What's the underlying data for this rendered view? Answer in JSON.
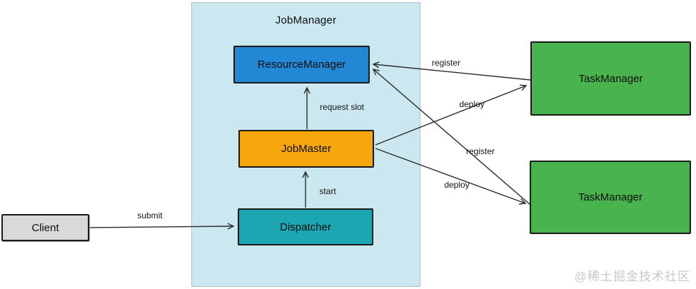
{
  "diagram": {
    "container": {
      "title": "JobManager"
    },
    "nodes": {
      "client": {
        "label": "Client",
        "color": "#d7d9db"
      },
      "resource_manager": {
        "label": "ResourceManager",
        "color": "#2287d5"
      },
      "job_master": {
        "label": "JobMaster",
        "color": "#f7a70b"
      },
      "dispatcher": {
        "label": "Dispatcher",
        "color": "#1ba6b2"
      },
      "task_manager_1": {
        "label": "TaskManager",
        "color": "#49b44d"
      },
      "task_manager_2": {
        "label": "TaskManager",
        "color": "#49b44d"
      }
    },
    "edges": [
      {
        "id": "submit",
        "label": "submit",
        "from": "client",
        "to": "dispatcher"
      },
      {
        "id": "start",
        "label": "start",
        "from": "dispatcher",
        "to": "job_master"
      },
      {
        "id": "request-slot",
        "label": "request slot",
        "from": "job_master",
        "to": "resource_manager"
      },
      {
        "id": "register-1",
        "label": "register",
        "from": "task_manager_1",
        "to": "resource_manager"
      },
      {
        "id": "deploy-1",
        "label": "deploy",
        "from": "job_master",
        "to": "task_manager_1"
      },
      {
        "id": "register-2",
        "label": "register",
        "from": "task_manager_2",
        "to": "resource_manager"
      },
      {
        "id": "deploy-2",
        "label": "deploy",
        "from": "job_master",
        "to": "task_manager_2"
      }
    ],
    "colors": {
      "container_bg": "#cbe8f0",
      "stroke": "#2b2b2b",
      "background": "#ffffff"
    },
    "watermark": "@稀土掘金技术社区"
  }
}
